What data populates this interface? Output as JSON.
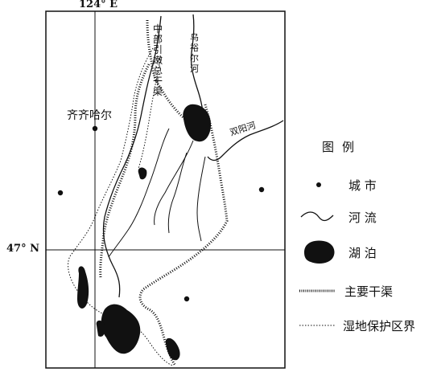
{
  "map": {
    "longitude_label": "124° E",
    "latitude_label": "47° N",
    "city_label": "齐齐哈尔",
    "canal_label": "中部引嫩总干渠",
    "river_label_wuyu": "乌裕尔河",
    "river_label_shuangyang": "双阳河"
  },
  "legend": {
    "title": "图例",
    "items": [
      {
        "symbol": "city-dot",
        "label": "城 市"
      },
      {
        "symbol": "river-line",
        "label": "河 流"
      },
      {
        "symbol": "lake-blob",
        "label": "湖 泊"
      },
      {
        "symbol": "canal-hatch",
        "label": "主要干渠"
      },
      {
        "symbol": "reserve-dotted",
        "label": "湿地保护区界"
      }
    ]
  },
  "colors": {
    "ink": "#111111",
    "paper": "#ffffff"
  }
}
